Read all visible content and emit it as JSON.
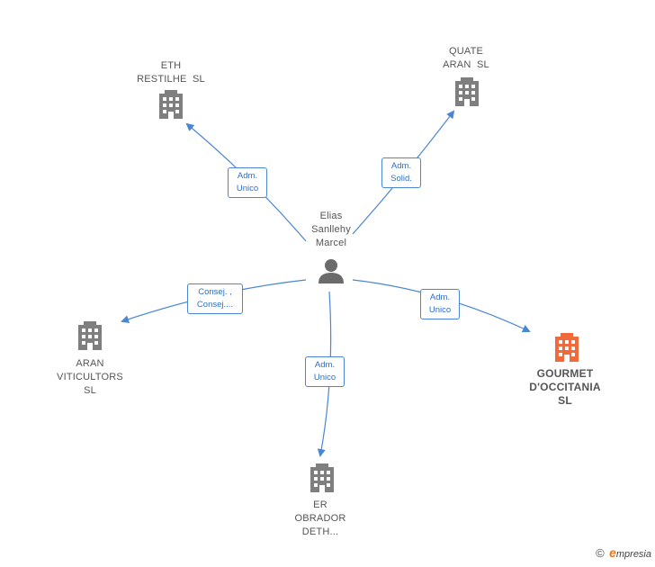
{
  "person": {
    "name_lines": [
      "Elias",
      "Sanllehy",
      "Marcel"
    ]
  },
  "companies": {
    "eth": {
      "lines": [
        "ETH",
        "RESTILHE  SL"
      ]
    },
    "quate": {
      "lines": [
        "QUATE",
        "ARAN  SL"
      ]
    },
    "aran": {
      "lines": [
        "ARAN",
        "VITICULTORS",
        "SL"
      ]
    },
    "er": {
      "lines": [
        "ER",
        "OBRADOR",
        "DETH..."
      ]
    },
    "gourmet": {
      "lines": [
        "GOURMET",
        "D'OCCITANIA",
        "SL"
      ]
    }
  },
  "edges": {
    "eth": [
      "Adm.",
      "Unico"
    ],
    "quate": [
      "Adm.",
      "Solid."
    ],
    "aran": [
      "Consej. ,",
      "Consej...."
    ],
    "er": [
      "Adm.",
      "Unico"
    ],
    "gourmet": [
      "Adm.",
      "Unico"
    ]
  },
  "colors": {
    "edge": "#4a86d4",
    "building": "#7f7f7f",
    "focus_building": "#f06a3c",
    "person": "#6b6b6b"
  },
  "footer": {
    "copyright": "©",
    "brand_initial": "e",
    "brand_rest": "mpresia"
  }
}
